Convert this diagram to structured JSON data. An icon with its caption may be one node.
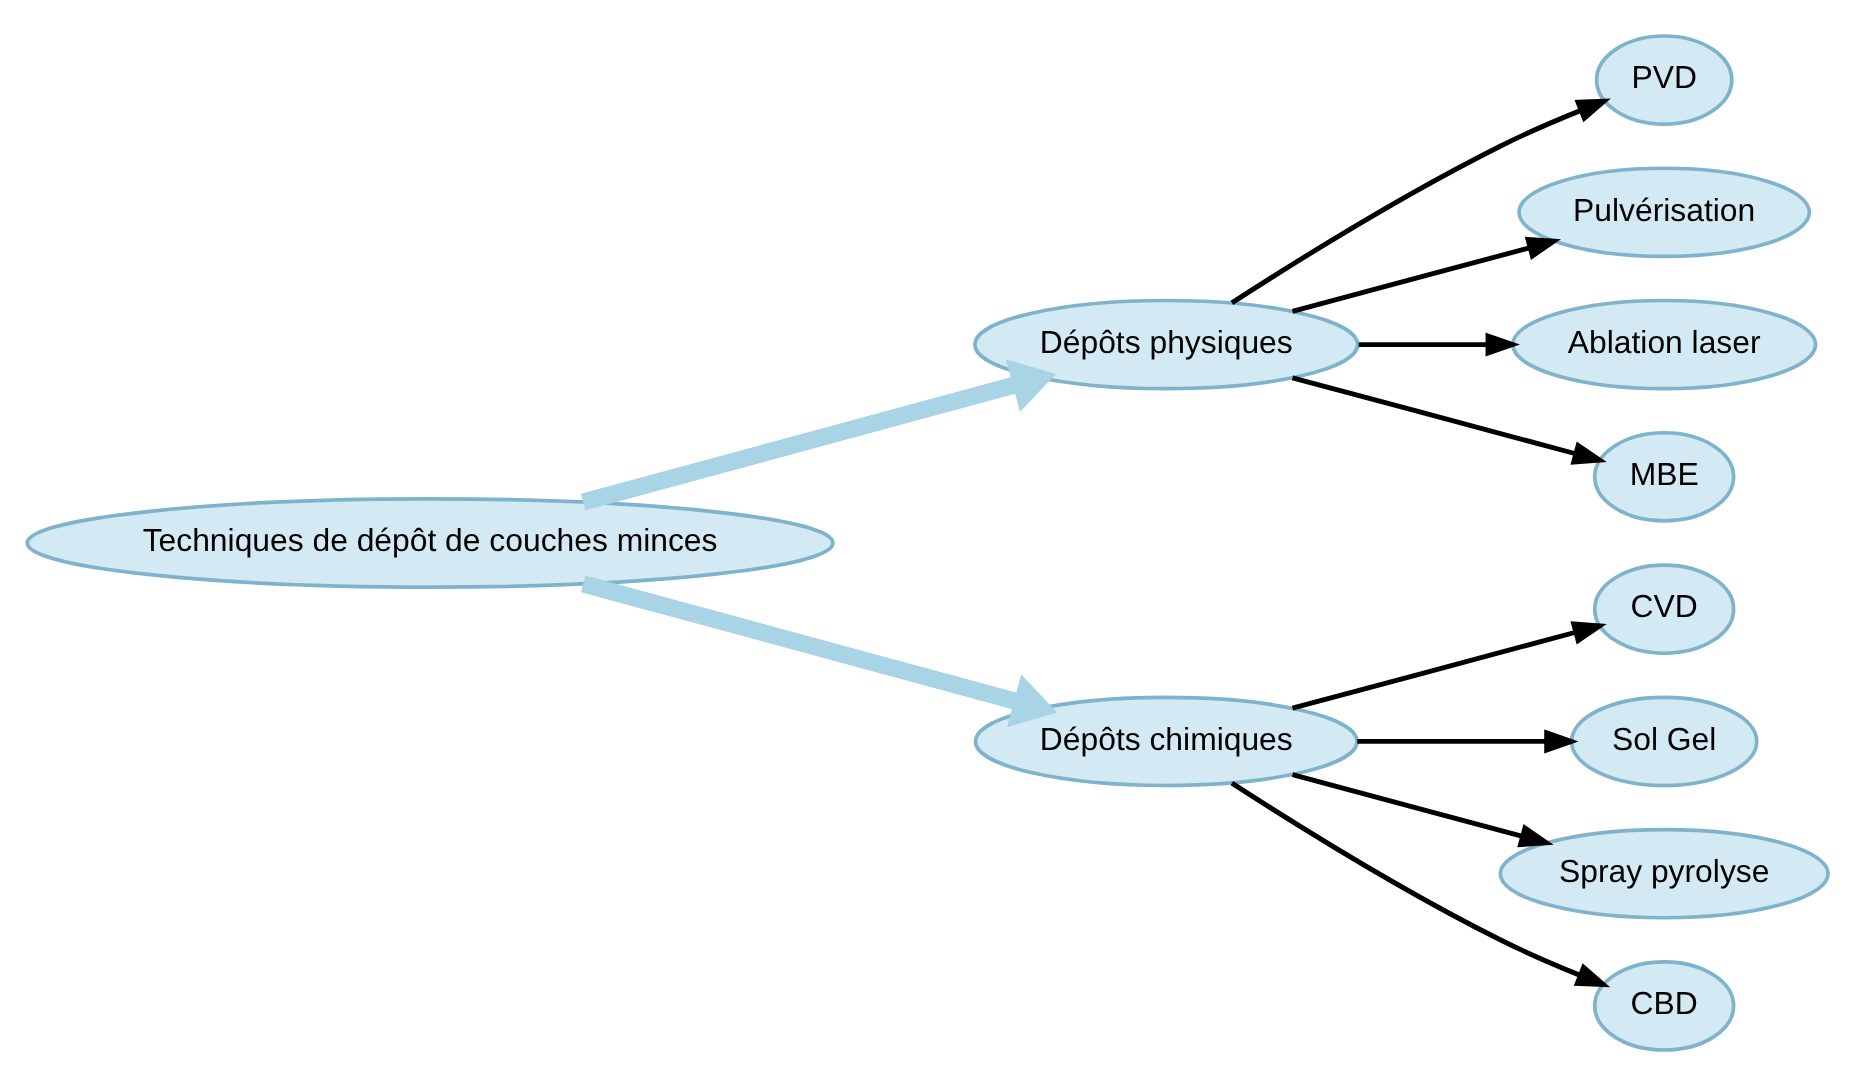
{
  "diagram": {
    "nodes": [
      {
        "text": [
          "Techniques de dépôt de couches minces"
        ]
      },
      {
        "text": [
          "Dépôts physiques"
        ]
      },
      {
        "text": [
          "Dépôts chimiques"
        ]
      },
      {
        "text": [
          "PVD"
        ]
      },
      {
        "text": [
          "Pulvérisation"
        ]
      },
      {
        "text": [
          "Ablation laser"
        ]
      },
      {
        "text": [
          "MBE"
        ]
      },
      {
        "text": [
          "CVD"
        ]
      },
      {
        "text": [
          "Sol Gel"
        ]
      },
      {
        "text": [
          "Spray pyrolyse"
        ]
      },
      {
        "text": [
          "CBD"
        ]
      }
    ],
    "edges": [
      {
        "from": 0,
        "to": 1,
        "arrow": "to",
        "style": "thick",
        "color": "#a9d4e6"
      },
      {
        "from": 0,
        "to": 2,
        "arrow": "to",
        "style": "thick",
        "color": "#a9d4e6"
      },
      {
        "from": 1,
        "to": 3,
        "arrow": "to"
      },
      {
        "from": 1,
        "to": 4,
        "arrow": "to"
      },
      {
        "from": 1,
        "to": 5,
        "arrow": "to"
      },
      {
        "from": 1,
        "to": 6,
        "arrow": "to"
      },
      {
        "from": 2,
        "to": 7,
        "arrow": "to"
      },
      {
        "from": 2,
        "to": 8,
        "arrow": "to"
      },
      {
        "from": 2,
        "to": 9,
        "arrow": "to"
      },
      {
        "from": 2,
        "to": 10,
        "arrow": "to"
      }
    ]
  }
}
